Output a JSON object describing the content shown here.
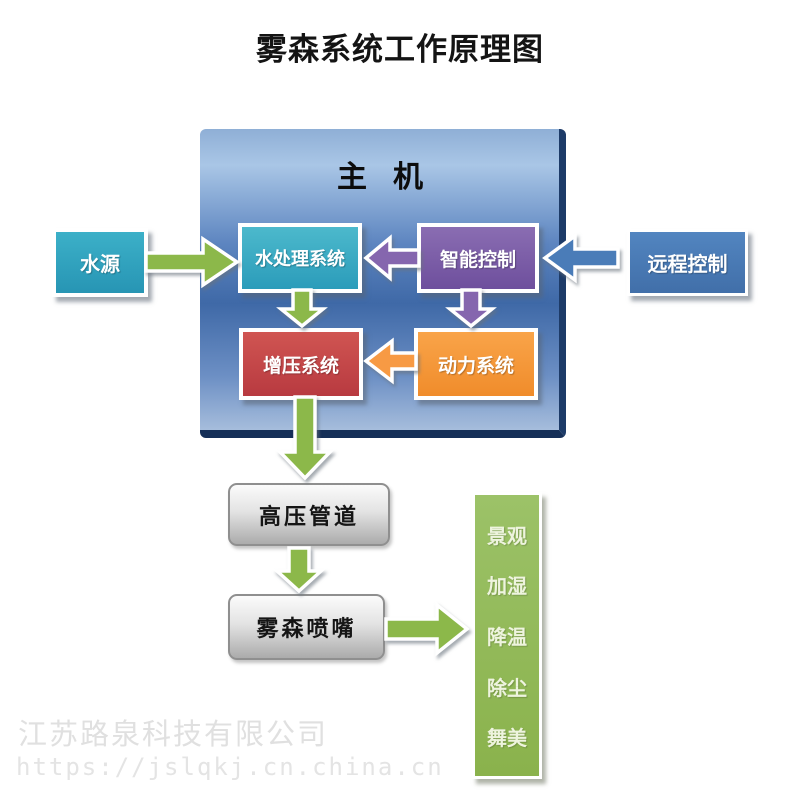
{
  "title": "雾森系统工作原理图",
  "main_unit": {
    "label": "主机"
  },
  "nodes": {
    "water_source": {
      "label": "水源",
      "color": "#2fa5c0"
    },
    "water_treatment": {
      "label": "水处理系统",
      "color": "#35a9c2"
    },
    "smart_control": {
      "label": "智能控制",
      "color": "#7a5ca8"
    },
    "pressure_system": {
      "label": "增压系统",
      "color": "#c44747"
    },
    "power_system": {
      "label": "动力系统",
      "color": "#f5953a"
    },
    "remote_control": {
      "label": "远程控制",
      "color": "#4a7cb8"
    },
    "high_pressure_pipe": {
      "label": "高压管道",
      "color": "#c6c6c6"
    },
    "fog_nozzle": {
      "label": "雾森喷嘴",
      "color": "#c6c6c6"
    }
  },
  "outputs": {
    "items": [
      "景观",
      "加湿",
      "降温",
      "除尘",
      "舞美"
    ],
    "color": "#93ba55"
  },
  "arrow_colors": {
    "green": "#8cb84a",
    "blue": "#4a7cb8",
    "purple": "#8566ae",
    "orange": "#f79a44"
  },
  "watermark": {
    "company": "江苏路泉科技有限公司",
    "url": "https://jslqkj.cn.china.cn"
  }
}
